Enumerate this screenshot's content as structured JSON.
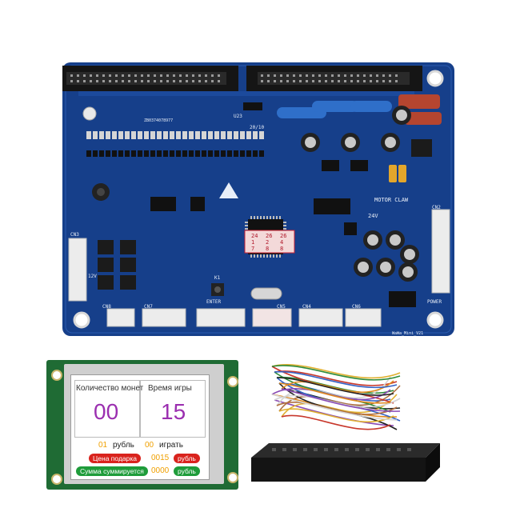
{
  "board": {
    "labels": {
      "cn3": "CN3",
      "cn8": "CN8",
      "cn7": "CN7",
      "cn5": "CN5",
      "cn4": "CN4",
      "cn6": "CN6",
      "cn2": "CN2",
      "k1": "K1",
      "enter": "ENTER",
      "motor_claw": "MOTOR CLAW",
      "v24": "24V",
      "power": "POWER",
      "v12": "12V",
      "part_no": "ZB0374078977",
      "version": "WaWa_Mini_V21",
      "u23": "U23",
      "ratio": "20/10"
    },
    "sticker_digits": [
      "24",
      "26",
      "26",
      "1",
      "2",
      "4",
      "7",
      "8",
      "8"
    ],
    "colors": {
      "pcb": "#163f8a",
      "silkscreen": "#e8eef8",
      "connector": "#ececec",
      "capacitor_blue": "#2f6fc9",
      "capacitor_red": "#b5452f"
    }
  },
  "lcd": {
    "coin_title": "Количество монет",
    "time_title": "Время игры",
    "coin_value": "00",
    "time_value": "15",
    "rate_digits": "01",
    "rate_unit": "рубль",
    "plays_digits": "00",
    "plays_unit": "играть",
    "prize_label": "Цена подарка",
    "prize_value": "0015",
    "prize_unit": "рубль",
    "sum_label": "Сумма суммируется",
    "sum_value": "0000",
    "sum_unit": "рубль",
    "colors": {
      "value_purple": "#9b2fb0",
      "prize_red": "#d9231d",
      "sum_green": "#1e9c3a",
      "digits_orange": "#f0a000"
    }
  }
}
